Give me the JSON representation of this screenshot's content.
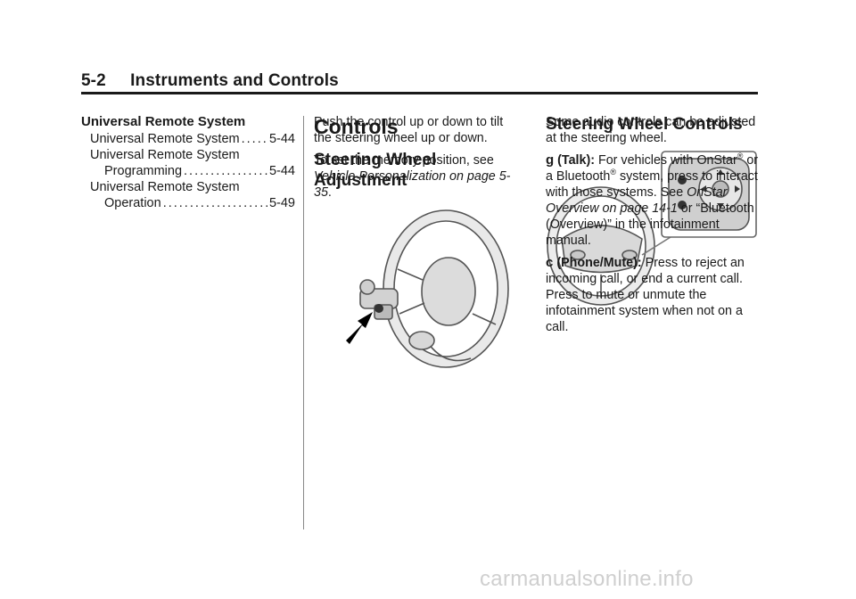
{
  "header": {
    "page_number": "5-2",
    "chapter": "Instruments and Controls"
  },
  "toc": {
    "heading": "Universal Remote System",
    "entries": [
      {
        "line1": "Universal Remote System",
        "line2": null,
        "page": "5-44"
      },
      {
        "line1": "Universal Remote System",
        "line2": "Programming",
        "page": "5-44"
      },
      {
        "line1": "Universal Remote System",
        "line2": "Operation",
        "page": "5-49"
      }
    ]
  },
  "controls": {
    "title": "Controls",
    "adjustment": {
      "heading_line1": "Steering Wheel",
      "heading_line2": "Adjustment",
      "p1": "Push the control up or down to tilt the steering wheel up or down.",
      "p2_prefix": "To set the memory position, see ",
      "p2_link": "Vehicle Personalization on page 5-35",
      "p2_suffix": "."
    }
  },
  "wheel_controls": {
    "heading": "Steering Wheel Controls",
    "intro": "Some audio controls can be adjusted at the steering wheel.",
    "talk": {
      "icon": "g",
      "label": "(Talk):",
      "t1": "For vehicles with OnStar",
      "reg": "®",
      "t2": " or a Bluetooth",
      "t3": " system, press to interact with those systems. See ",
      "link": "OnStar Overview on page 14-1",
      "t4": " or “Bluetooth (Overview)” in the infotainment manual."
    },
    "phone": {
      "icon": "c",
      "label": "(Phone/Mute):",
      "text": "Press to reject an incoming call, or end a current call. Press to mute or unmute the infotainment system when not on a call."
    }
  },
  "watermark": "carmanualsonline.info"
}
